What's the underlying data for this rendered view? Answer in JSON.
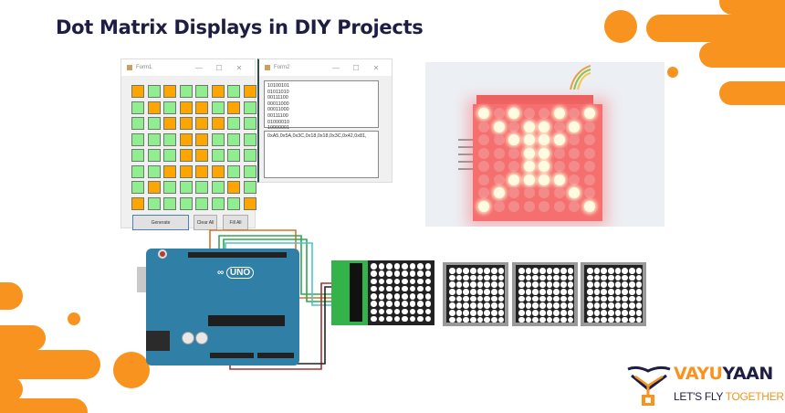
{
  "page": {
    "title": "Dot Matrix Displays in DIY Projects"
  },
  "form1": {
    "window_title": "Form1",
    "controls": {
      "minimize": "—",
      "maximize": "☐",
      "close": "✕"
    },
    "grid": [
      [
        1,
        0,
        1,
        0,
        0,
        1,
        0,
        1
      ],
      [
        0,
        1,
        0,
        1,
        1,
        0,
        1,
        0
      ],
      [
        0,
        0,
        1,
        1,
        1,
        1,
        0,
        0
      ],
      [
        0,
        0,
        0,
        1,
        1,
        0,
        0,
        0
      ],
      [
        0,
        0,
        0,
        1,
        1,
        0,
        0,
        0
      ],
      [
        0,
        0,
        1,
        1,
        1,
        1,
        0,
        0
      ],
      [
        0,
        1,
        0,
        0,
        0,
        0,
        1,
        0
      ],
      [
        1,
        0,
        0,
        0,
        0,
        0,
        0,
        1
      ]
    ],
    "colors": {
      "on": "#ffa500",
      "off": "#90ee90"
    },
    "buttons": {
      "generate": "Generate",
      "clear_all": "Clear All",
      "fill_all": "Fill All"
    }
  },
  "form2": {
    "window_title": "Form2",
    "controls": {
      "minimize": "—",
      "maximize": "☐",
      "close": "✕"
    },
    "binary_lines": [
      "10100101",
      "01011010",
      "00111100",
      "00011000",
      "00011000",
      "00111100",
      "01000010",
      "10000001"
    ],
    "hex_output": "0xA5,0x5A,0x3C,0x18,0x18,0x3C,0x42,0x81,"
  },
  "photo": {
    "description": "8x8 red LED matrix module lit pattern",
    "lit_pattern": [
      [
        1,
        0,
        1,
        0,
        0,
        1,
        0,
        1
      ],
      [
        0,
        1,
        0,
        1,
        1,
        0,
        1,
        0
      ],
      [
        0,
        0,
        1,
        1,
        1,
        1,
        0,
        0
      ],
      [
        0,
        0,
        0,
        1,
        1,
        0,
        0,
        0
      ],
      [
        0,
        0,
        0,
        1,
        1,
        0,
        0,
        0
      ],
      [
        0,
        0,
        1,
        1,
        1,
        1,
        0,
        0
      ],
      [
        0,
        1,
        0,
        0,
        0,
        0,
        1,
        0
      ],
      [
        1,
        0,
        0,
        0,
        0,
        0,
        0,
        1
      ]
    ]
  },
  "circuit": {
    "board_label": "UNO",
    "board_brand": "Arduino",
    "matrix_count": 4
  },
  "brand": {
    "name_part1": "VAYU",
    "name_part2": "YAAN",
    "tagline_part1": "LET'S FLY ",
    "tagline_part2": "TOGETHER",
    "accent_color": "#f7931e",
    "dark_color": "#1e1d44"
  }
}
